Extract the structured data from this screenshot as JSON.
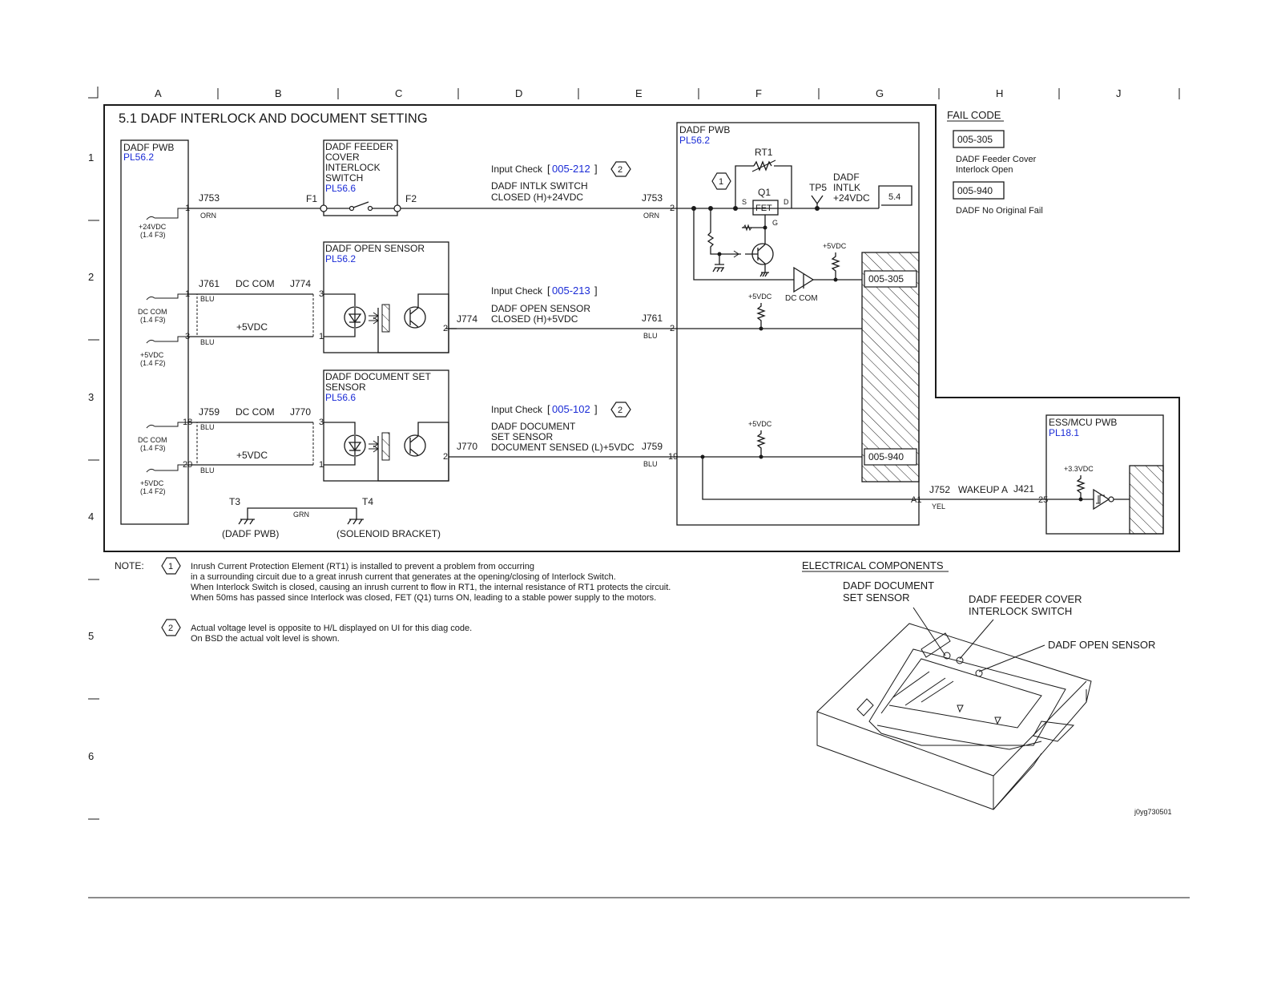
{
  "grid": {
    "columns": [
      "A",
      "B",
      "C",
      "D",
      "E",
      "F",
      "G",
      "H",
      "J"
    ],
    "rows": [
      "1",
      "2",
      "3",
      "4",
      "5",
      "6"
    ]
  },
  "title": "5.1 DADF INTERLOCK AND DOCUMENT SETTING",
  "left_pwb": {
    "name": "DADF  PWB",
    "ref": "PL56.2"
  },
  "right_pwb": {
    "name": "DADF PWB",
    "ref": "PL56.2"
  },
  "ess_pwb": {
    "name": "ESS/MCU PWB",
    "ref": "PL18.1"
  },
  "interlock_switch": {
    "lines": [
      "DADF FEEDER",
      "COVER",
      "INTERLOCK",
      "SWITCH"
    ],
    "ref": "PL56.6"
  },
  "open_sensor": {
    "name": "DADF OPEN SENSOR",
    "ref": "PL56.2"
  },
  "doc_sensor": {
    "lines": [
      "DADF DOCUMENT SET",
      "SENSOR"
    ],
    "ref": "PL56.6"
  },
  "conn": {
    "j753": "J753",
    "j761": "J761",
    "j774": "J774",
    "j759": "J759",
    "j770": "J770",
    "j752": "J752",
    "j421": "J421",
    "f1": "F1",
    "f2": "F2",
    "t3": "T3",
    "t4": "T4",
    "a1": "A1",
    "tp5": "TP5",
    "rt1": "RT1",
    "q1": "Q1",
    "fet": "FET",
    "s": "S",
    "d": "D",
    "g": "G"
  },
  "pins": {
    "p1": "1",
    "p2": "2",
    "p3": "3",
    "p18": "18",
    "p19": "19",
    "p20": "20",
    "p25": "25"
  },
  "wire_colors": {
    "orn": "ORN",
    "blu": "BLU",
    "grn": "GRN",
    "yel": "YEL"
  },
  "labels": {
    "dc_com": "DC COM",
    "v5": "+5VDC",
    "v5_small": "+5VDC",
    "v33": "+3.3VDC",
    "v24_ref": [
      "+24VDC",
      "(1.4 F3)"
    ],
    "dccom_ref": [
      "DC COM",
      "(1.4 F3)"
    ],
    "v5_ref": [
      "+5VDC",
      "(1.4 F2)"
    ],
    "intlk": [
      "DADF",
      "INTLK",
      "+24VDC"
    ],
    "ref_54": "5.4",
    "wakeup": "WAKEUP A",
    "gnd_pwb": "(DADF PWB)",
    "gnd_bracket": "(SOLENOID BRACKET)"
  },
  "checks": [
    {
      "prefix": "Input Check",
      "code": "005-212",
      "note": "2",
      "lines": [
        "DADF INTLK SWITCH",
        "CLOSED (H)+24VDC"
      ]
    },
    {
      "prefix": "Input Check",
      "code": "005-213",
      "lines": [
        "DADF OPEN SENSOR",
        "CLOSED (H)+5VDC"
      ]
    },
    {
      "prefix": "Input Check",
      "code": "005-102",
      "note": "2",
      "lines": [
        "DADF DOCUMENT",
        "SET SENSOR",
        "DOCUMENT SENSED (L)+5VDC"
      ]
    }
  ],
  "fail_codes": {
    "heading": "FAIL CODE",
    "items": [
      {
        "code": "005-305",
        "desc": [
          "DADF Feeder Cover",
          "Interlock Open"
        ]
      },
      {
        "code": "005-940",
        "desc": [
          "DADF No Original Fail"
        ]
      }
    ]
  },
  "note_marker_1": "1",
  "notes": {
    "label": "NOTE:",
    "n1_mark": "1",
    "n1": [
      "Inrush Current Protection Element (RT1) is installed to prevent a problem from occurring",
      "in a surrounding circuit due to a great inrush current that generates at the opening/closing of Interlock Switch.",
      "When Interlock Switch is closed, causing an inrush current to flow in RT1, the internal resistance of RT1 protects the circuit.",
      "When 50ms has passed since Interlock was closed, FET (Q1) turns ON, leading to a stable power supply to the motors."
    ],
    "n2_mark": "2",
    "n2": [
      "Actual voltage level is opposite to H/L displayed on UI for this diag code.",
      "On BSD the actual volt level is shown."
    ]
  },
  "components": {
    "heading": "ELECTRICAL COMPONENTS",
    "doc_sensor": [
      "DADF DOCUMENT",
      "SET SENSOR"
    ],
    "interlock": [
      "DADF FEEDER COVER",
      "INTERLOCK SWITCH"
    ],
    "open_sensor": "DADF OPEN SENSOR"
  },
  "figure_id": "j0yg730501"
}
